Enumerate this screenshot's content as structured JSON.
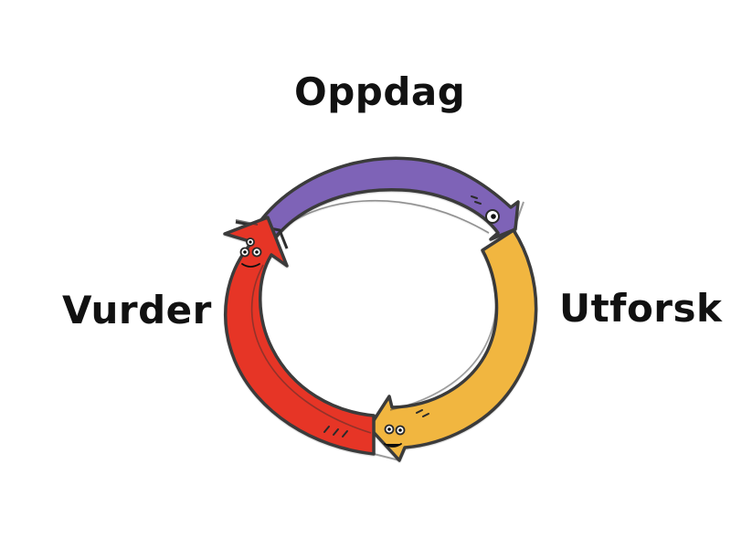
{
  "diagram": {
    "labels": {
      "top": "Oppdag",
      "right": "Utforsk",
      "left": "Vurder"
    },
    "colors": {
      "purple": "#7e64b7",
      "yellow": "#f1b641",
      "red": "#e63427",
      "outline": "#3b3b3b",
      "text": "#111111"
    }
  }
}
